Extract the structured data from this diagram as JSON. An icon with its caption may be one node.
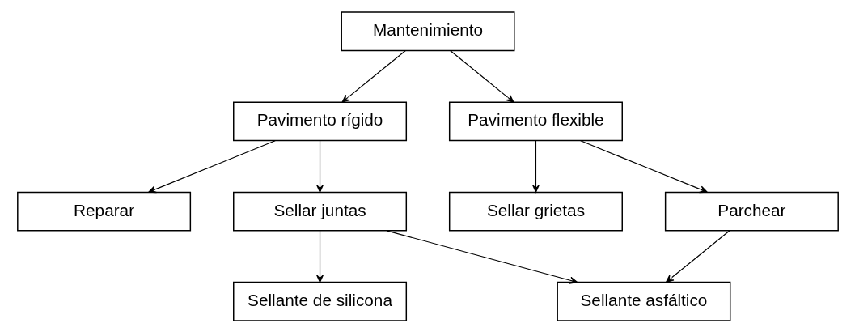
{
  "diagram": {
    "nodes": [
      {
        "text": [
          "Mantenimiento"
        ]
      },
      {
        "text": [
          "Pavimento rígido"
        ]
      },
      {
        "text": [
          "Pavimento flexible"
        ]
      },
      {
        "text": [
          "Reparar"
        ]
      },
      {
        "text": [
          "Sellar juntas"
        ]
      },
      {
        "text": [
          "Sellar grietas"
        ]
      },
      {
        "text": [
          "Parchear"
        ]
      },
      {
        "text": [
          "Sellante de silicona"
        ]
      },
      {
        "text": [
          "Sellante asfáltico"
        ]
      }
    ],
    "edges": [
      {
        "from": 0,
        "to": 1,
        "arrow": "to"
      },
      {
        "from": 0,
        "to": 2,
        "arrow": "to"
      },
      {
        "from": 1,
        "to": 3,
        "arrow": "to"
      },
      {
        "from": 1,
        "to": 4,
        "arrow": "to"
      },
      {
        "from": 2,
        "to": 5,
        "arrow": "to"
      },
      {
        "from": 2,
        "to": 6,
        "arrow": "to"
      },
      {
        "from": 4,
        "to": 7,
        "arrow": "to"
      },
      {
        "from": 4,
        "to": 8,
        "arrow": "to"
      },
      {
        "from": 6,
        "to": 8,
        "arrow": "to"
      }
    ]
  }
}
